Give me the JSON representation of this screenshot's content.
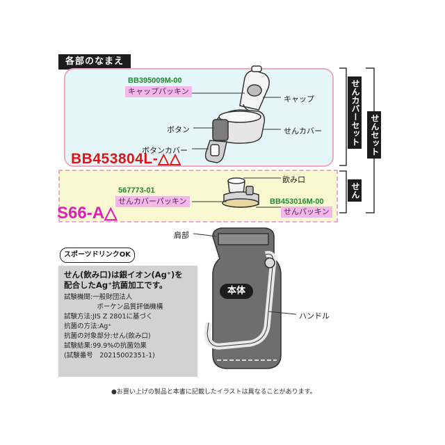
{
  "section_title": "各部のなまえ",
  "cover_part": {
    "cap_packing_code": "BB395009M-00",
    "cap_packing_label": "キャップパッキン",
    "cap_label": "キャップ",
    "button_label": "ボタン",
    "sen_cover_label": "せんカバー",
    "button_cover_label": "ボタンカバー",
    "set_code": "BB453804L-△△"
  },
  "sen_part": {
    "mouth_label": "飲み口",
    "cover_packing_code": "567773-01",
    "cover_packing_label": "せんカバーパッキン",
    "sen_packing_code": "BB453016M-00",
    "sen_packing_label": "せんパッキン",
    "set_code": "S66-A△"
  },
  "brackets": {
    "sen_cover_set": "せんカバーセット",
    "sen_set": "せんセット",
    "sen": "せん"
  },
  "body_part": {
    "shoulder_label": "肩部",
    "body_label": "本体",
    "handle_label": "ハンドル"
  },
  "sport_badge": "スポーツドリンクOK",
  "info": {
    "headline_1": "せん(飲み口)は銀イオン(Ag⁺)を",
    "headline_2": "配合したAg⁺抗菌加工です。",
    "lines": [
      "試験機関:一般財団法人",
      "　　　　　ボーケン品質評価機構",
      "試験方法:JIS Z 2801に基づく",
      "抗菌の方法:Ag⁺",
      "抗菌の対象部分:せん(飲み口)",
      "試験結果:99.9%の抗菌効果",
      "(試験番号　20215002351-1)"
    ]
  },
  "footnote": "●お買い上げの製品と本書に記載したイラストは異なることがあります。"
}
